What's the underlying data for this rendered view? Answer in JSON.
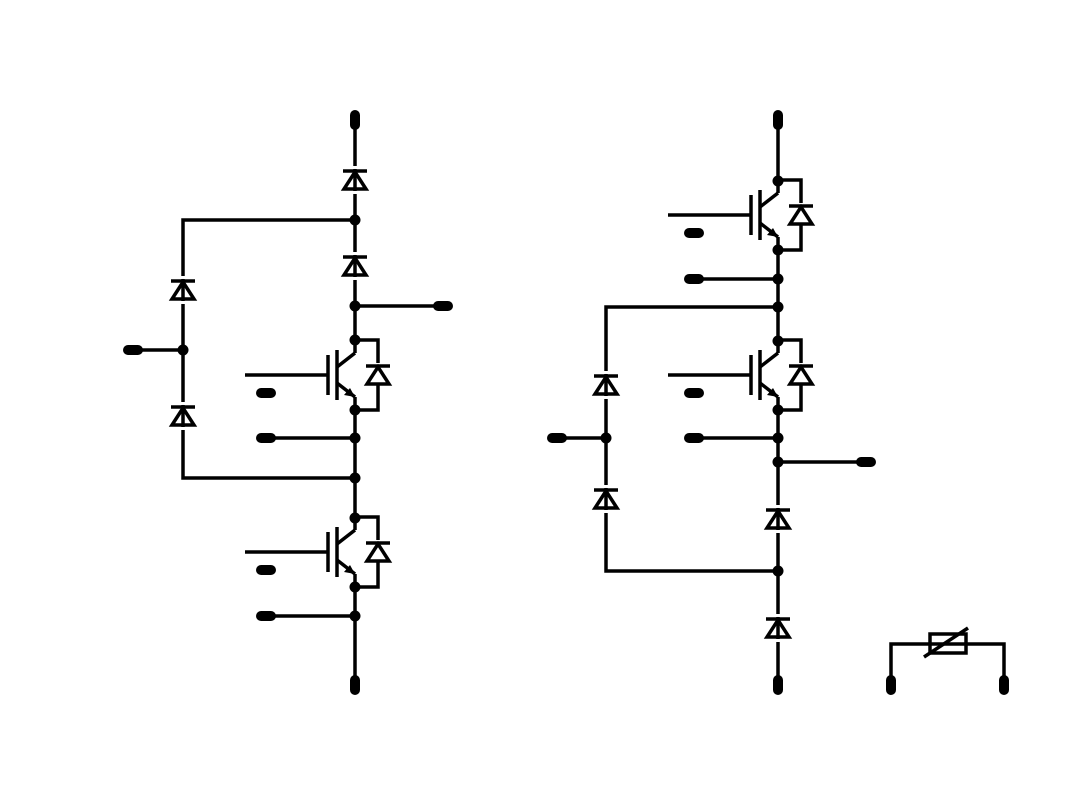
{
  "diagram": {
    "kind": "power-semiconductor-module-schematic",
    "colors": {
      "ink": "#000000",
      "background": "#ffffff"
    },
    "left_circuit": {
      "components": [
        {
          "type": "diode"
        },
        {
          "type": "diode"
        },
        {
          "type": "diode"
        },
        {
          "type": "diode"
        },
        {
          "type": "igbt-with-freewheeling-diode"
        },
        {
          "type": "igbt-with-freewheeling-diode"
        }
      ],
      "terminal_count": 8
    },
    "right_circuit": {
      "components": [
        {
          "type": "igbt-with-freewheeling-diode"
        },
        {
          "type": "igbt-with-freewheeling-diode"
        },
        {
          "type": "diode"
        },
        {
          "type": "diode"
        },
        {
          "type": "diode"
        },
        {
          "type": "diode"
        }
      ],
      "terminal_count": 9
    },
    "thermistor": {
      "type": "ntc-thermistor",
      "terminal_count": 2
    }
  }
}
